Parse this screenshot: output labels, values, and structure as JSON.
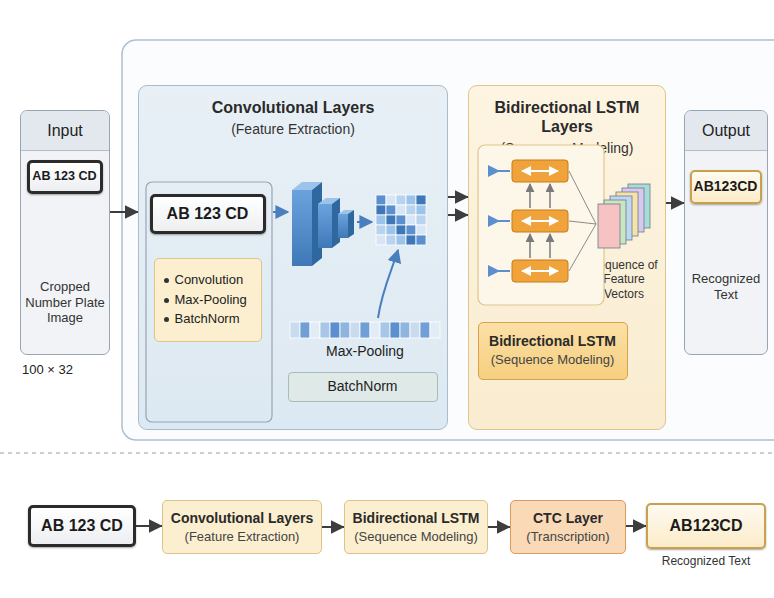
{
  "diagram": {
    "nodes": [
      {
        "text": [
          "Input",
          "Cropped Number Plate Image"
        ]
      },
      {
        "text": [
          "AB 123 CD"
        ],
        "in": 0
      },
      {
        "text": [
          "Convolutional Layers",
          "(Feature Extraction)"
        ]
      },
      {
        "text": [
          "AB 123 CD"
        ],
        "in": 2
      },
      {
        "text": [
          "Convolution",
          "Max-Pooling",
          "BatchNorm"
        ],
        "in": 2
      },
      {
        "text": [
          "BatchNorm"
        ],
        "in": 2
      },
      {
        "text": [
          "Bidirectional LSTM Layers",
          "(Sequence Modeling)"
        ]
      },
      {
        "text": [
          "Bidirectional LSTM",
          "(Sequence Modeling)"
        ],
        "in": 6
      },
      {
        "text": [
          "Output",
          "Recognized Text"
        ]
      },
      {
        "text": [
          "AB123CD"
        ],
        "in": 8
      },
      {
        "text": [
          "AB 123 CD"
        ]
      },
      {
        "text": [
          "Convolutional Layers",
          "(Feature Extraction)"
        ]
      },
      {
        "text": [
          "Bidirectional LSTM",
          "(Sequence Modeling)"
        ]
      },
      {
        "text": [
          "CTC Layer",
          "(Transcription)"
        ]
      },
      {
        "text": [
          "AB123CD"
        ]
      }
    ],
    "edges": [
      {
        "from": 0,
        "to": 2,
        "arrow": "to"
      },
      {
        "from": 2,
        "to": 6,
        "arrow": "to"
      },
      {
        "from": 2,
        "to": 6,
        "arrow": "to"
      },
      {
        "from": 6,
        "to": 8,
        "arrow": "to"
      },
      {
        "from": 10,
        "to": 11,
        "arrow": "to"
      },
      {
        "from": 11,
        "to": 12,
        "arrow": "to"
      },
      {
        "from": 12,
        "to": 13,
        "arrow": "to"
      },
      {
        "from": 13,
        "to": 14,
        "arrow": "to"
      }
    ],
    "labels": [
      "100 × 32",
      "Max-Pooling",
      "Sequence of Feature Vectors",
      "Recognized Text"
    ]
  }
}
